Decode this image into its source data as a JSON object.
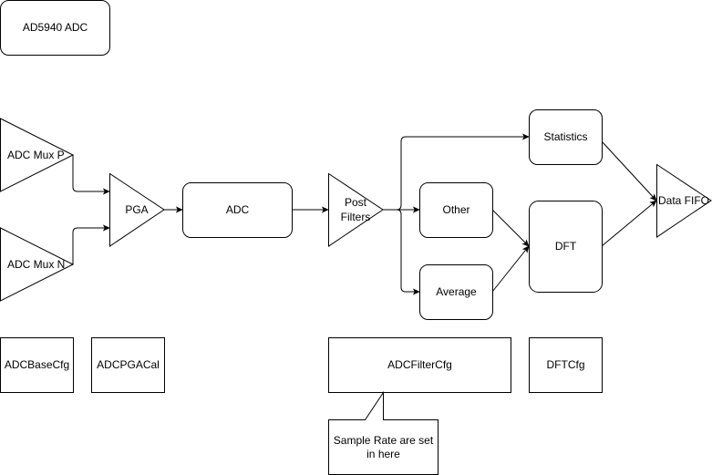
{
  "title": "AD5940 ADC",
  "blocks": {
    "mux_p": "ADC Mux P",
    "mux_n": "ADC Mux N",
    "pga": "PGA",
    "adc": "ADC",
    "post_filters_line1": "Post",
    "post_filters_line2": "Filters",
    "statistics": "Statistics",
    "other": "Other",
    "average": "Average",
    "dft": "DFT",
    "data_fifo": "Data FIFO"
  },
  "config": {
    "adc_base": "ADCBaseCfg",
    "adc_pga_cal": "ADCPGACal",
    "adc_filter": "ADCFilterCfg",
    "dft": "DFTCfg"
  },
  "callout": {
    "line1": "Sample Rate are set",
    "line2": "in here"
  }
}
